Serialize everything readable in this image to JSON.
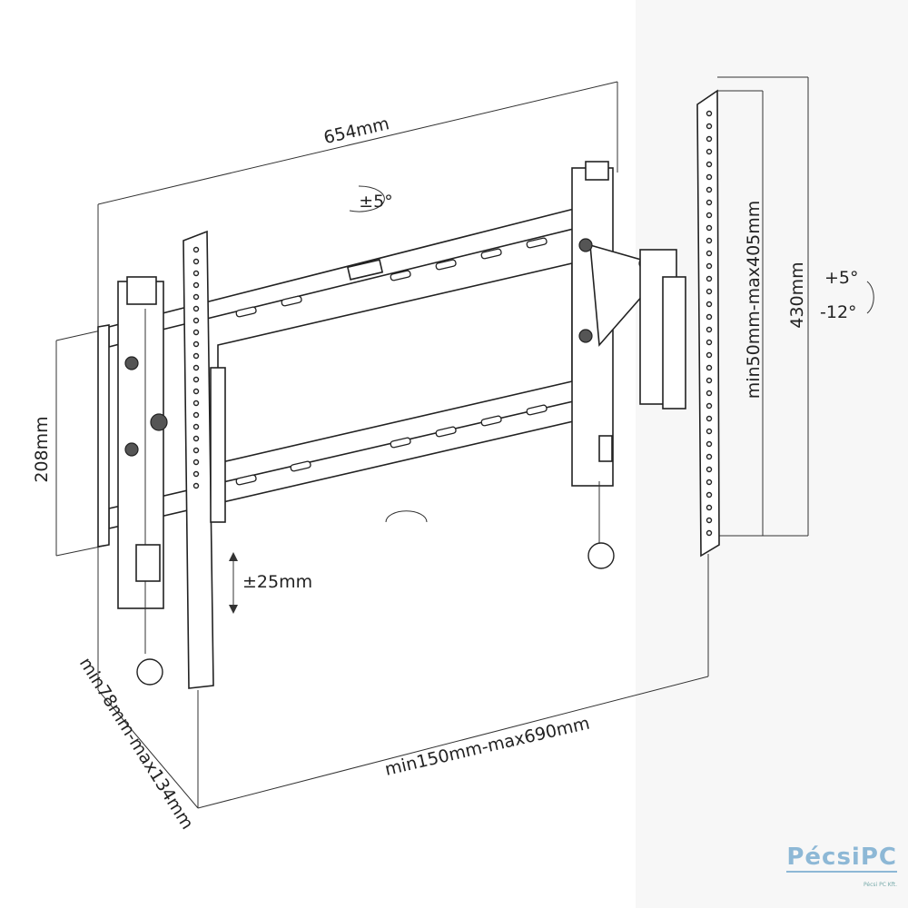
{
  "dimensions": {
    "width_total": "654mm",
    "tilt_top": "±5°",
    "rail_height": "208mm",
    "vertical_adjust": "±25mm",
    "vesa_horizontal": "min150mm-max690mm",
    "depth": "min78mm-max134mm",
    "vesa_vertical": "min50mm-max405mm",
    "plate_height": "430mm",
    "tilt_up": "+5°",
    "tilt_down": "-12°"
  },
  "watermark": {
    "name": "PécsiPC",
    "sub": "Pécsi PC Kft."
  }
}
